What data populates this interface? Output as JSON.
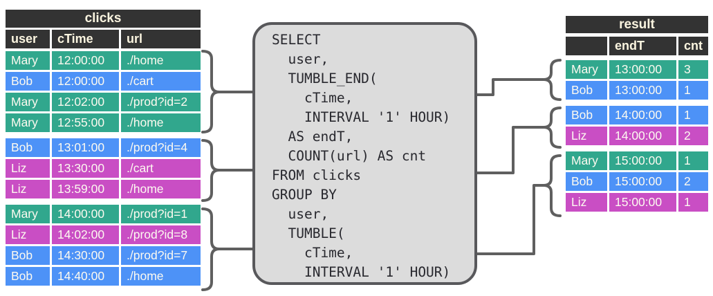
{
  "colors": {
    "green": "#31a78d",
    "blue": "#4d92f7",
    "magenta": "#c94ec4",
    "header_bg": "#333333",
    "header_text": "#fbf5e0",
    "cell_text": "#fdfaf0",
    "sql_bg": "#dcdcdc",
    "sql_border": "#58585b",
    "sql_text": "#28282e",
    "connector": "#5f5f5f"
  },
  "clicks_table": {
    "title": "clicks",
    "columns": [
      "user",
      "cTime",
      "url"
    ],
    "groups": [
      {
        "rows": [
          {
            "user": "Mary",
            "cTime": "12:00:00",
            "url": "./home",
            "color": "green"
          },
          {
            "user": "Bob",
            "cTime": "12:00:00",
            "url": "./cart",
            "color": "blue"
          },
          {
            "user": "Mary",
            "cTime": "12:02:00",
            "url": "./prod?id=2",
            "color": "green"
          },
          {
            "user": "Mary",
            "cTime": "12:55:00",
            "url": "./home",
            "color": "green"
          }
        ]
      },
      {
        "rows": [
          {
            "user": "Bob",
            "cTime": "13:01:00",
            "url": "./prod?id=4",
            "color": "blue"
          },
          {
            "user": "Liz",
            "cTime": "13:30:00",
            "url": "./cart",
            "color": "magenta"
          },
          {
            "user": "Liz",
            "cTime": "13:59:00",
            "url": "./home",
            "color": "magenta"
          }
        ]
      },
      {
        "rows": [
          {
            "user": "Mary",
            "cTime": "14:00:00",
            "url": "./prod?id=1",
            "color": "green"
          },
          {
            "user": "Liz",
            "cTime": "14:02:00",
            "url": "./prod?id=8",
            "color": "magenta"
          },
          {
            "user": "Bob",
            "cTime": "14:30:00",
            "url": "./prod?id=7",
            "color": "blue"
          },
          {
            "user": "Bob",
            "cTime": "14:40:00",
            "url": "./home",
            "color": "blue"
          }
        ]
      }
    ]
  },
  "sql": {
    "lines": [
      "SELECT",
      "  user,",
      "  TUMBLE_END(",
      "    cTime,",
      "    INTERVAL '1' HOUR)",
      "  AS endT,",
      "  COUNT(url) AS cnt",
      "FROM clicks",
      "GROUP BY",
      "  user,",
      "  TUMBLE(",
      "    cTime,",
      "    INTERVAL '1' HOUR)"
    ]
  },
  "result_table": {
    "title": "result",
    "columns": [
      "",
      "endT",
      "cnt"
    ],
    "groups": [
      {
        "rows": [
          {
            "user": "Mary",
            "endT": "13:00:00",
            "cnt": "3",
            "color": "green"
          },
          {
            "user": "Bob",
            "endT": "13:00:00",
            "cnt": "1",
            "color": "blue"
          }
        ]
      },
      {
        "rows": [
          {
            "user": "Bob",
            "endT": "14:00:00",
            "cnt": "1",
            "color": "blue"
          },
          {
            "user": "Liz",
            "endT": "14:00:00",
            "cnt": "2",
            "color": "magenta"
          }
        ]
      },
      {
        "rows": [
          {
            "user": "Mary",
            "endT": "15:00:00",
            "cnt": "1",
            "color": "green"
          },
          {
            "user": "Bob",
            "endT": "15:00:00",
            "cnt": "2",
            "color": "blue"
          },
          {
            "user": "Liz",
            "endT": "15:00:00",
            "cnt": "1",
            "color": "magenta"
          }
        ]
      }
    ]
  }
}
